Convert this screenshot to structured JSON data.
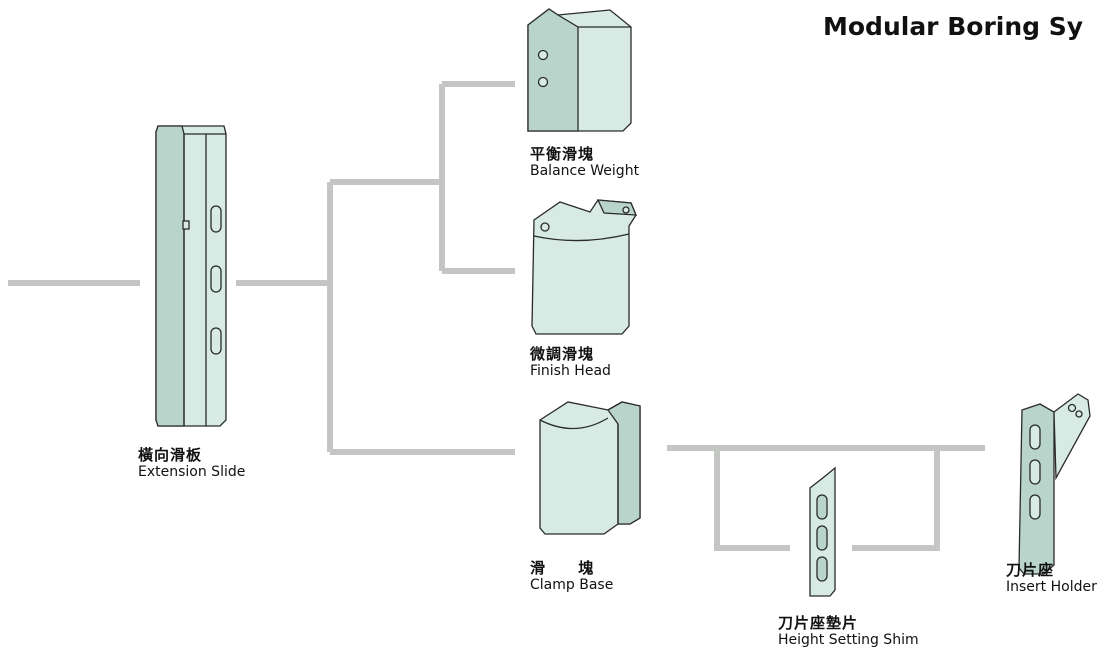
{
  "title": "Modular Boring Sy",
  "colors": {
    "connector": "#c4c6c4",
    "part_fill": "#d7ebe4",
    "part_shade": "#b9d5cb",
    "outline": "#2a2a2a"
  },
  "parts": {
    "extension_slide": {
      "zh": "橫向滑板",
      "en": "Extension Slide"
    },
    "balance_weight": {
      "zh": "平衡滑塊",
      "en": "Balance Weight"
    },
    "finish_head": {
      "zh": "微調滑塊",
      "en": "Finish Head"
    },
    "clamp_base": {
      "zh": "滑 塊",
      "en": "Clamp Base"
    },
    "height_setting_shim": {
      "zh": "刀片座墊片",
      "en": "Height Setting Shim"
    },
    "insert_holder": {
      "zh": "刀片座",
      "en": "Insert Holder"
    }
  }
}
